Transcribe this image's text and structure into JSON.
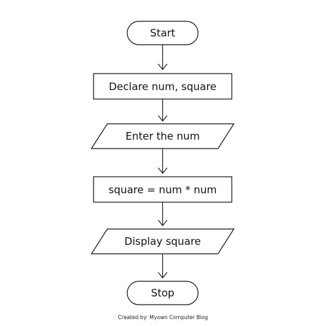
{
  "diagram": {
    "nodes": [
      {
        "id": "start",
        "kind": "terminal",
        "label": "Start"
      },
      {
        "id": "declare",
        "kind": "process",
        "label": "Declare num, square"
      },
      {
        "id": "input",
        "kind": "io",
        "label": "Enter the num"
      },
      {
        "id": "compute",
        "kind": "process",
        "label": "square = num * num"
      },
      {
        "id": "output",
        "kind": "io",
        "label": "Display square"
      },
      {
        "id": "stop",
        "kind": "terminal",
        "label": "Stop"
      }
    ],
    "edges": [
      {
        "from": "start",
        "to": "declare"
      },
      {
        "from": "declare",
        "to": "input"
      },
      {
        "from": "input",
        "to": "compute"
      },
      {
        "from": "compute",
        "to": "output"
      },
      {
        "from": "output",
        "to": "stop"
      }
    ]
  },
  "footer": {
    "credit": "Created by: Myown Computer Blog"
  },
  "colors": {
    "stroke": "#1a1a1a",
    "fill": "#ffffff",
    "text": "#111111"
  }
}
